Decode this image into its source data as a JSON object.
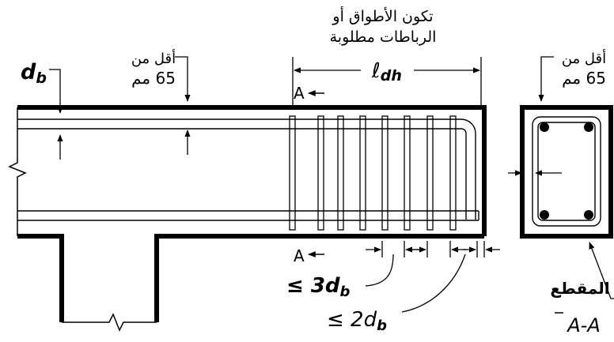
{
  "labels": {
    "ties_line1": "تكون الأطواق أو",
    "ties_line2": "الرباطات مطلوبة",
    "ldh_main": "ℓ",
    "ldh_sub": "dh",
    "cover_left_line1": "أقل من",
    "cover_left_line2": "65 مم",
    "cover_right_line1": "أقل من",
    "cover_right_line2": "65 مم",
    "db_main": "d",
    "db_sub": "b",
    "section_mark_top": "A",
    "section_mark_bottom": "A",
    "spacing_tie": "≤ 3d",
    "spacing_tie_sub": "b",
    "spacing_end": "≤ 2d",
    "spacing_end_sub": "b",
    "section_title": "المقطع",
    "section_name": "A-A"
  }
}
